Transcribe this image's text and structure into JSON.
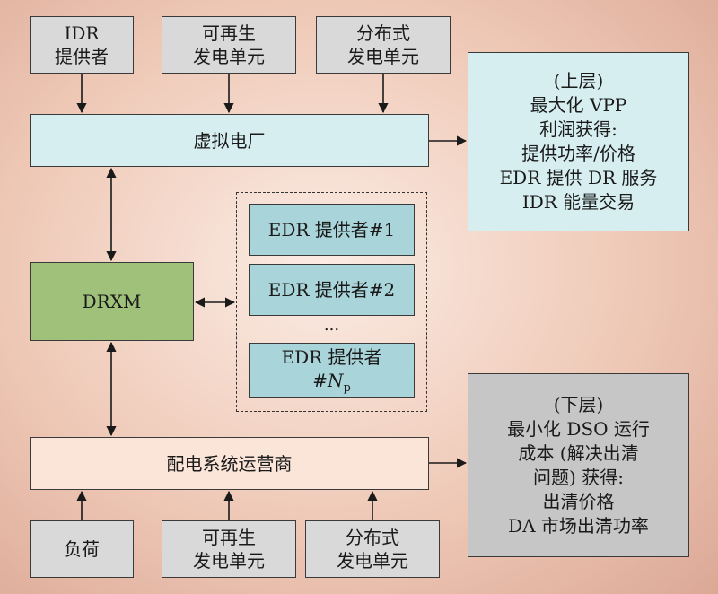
{
  "top_inputs": [
    {
      "lines": [
        "IDR",
        "提供者"
      ]
    },
    {
      "lines": [
        "可再生",
        "发电单元"
      ]
    },
    {
      "lines": [
        "分布式",
        "发电单元"
      ]
    }
  ],
  "vpp": {
    "label": "虚拟电厂"
  },
  "upper_result": {
    "lines": [
      "(上层)",
      "最大化 VPP",
      "利润获得:",
      "提供功率/价格",
      "EDR 提供 DR 服务",
      "IDR 能量交易"
    ]
  },
  "drxm": {
    "label": "DRXM"
  },
  "edr_providers": [
    {
      "label": "EDR 提供者#1"
    },
    {
      "label": "EDR 提供者#2"
    }
  ],
  "edr_ellipsis": "...",
  "edr_last": {
    "line1": "EDR 提供者",
    "prefix": "#",
    "var": "N",
    "sub": "p"
  },
  "dso": {
    "label": "配电系统运营商"
  },
  "lower_result": {
    "lines": [
      "(下层)",
      "最小化 DSO 运行",
      "成本 (解决出清",
      "问题) 获得:",
      "出清价格",
      "DA 市场出清功率"
    ]
  },
  "bottom_inputs": [
    {
      "lines": [
        "负荷"
      ]
    },
    {
      "lines": [
        "可再生",
        "发电单元"
      ]
    },
    {
      "lines": [
        "分布式",
        "发电单元"
      ]
    }
  ],
  "colors": {
    "gray": "#d9d9d9",
    "lightblue": "#d6eef0",
    "teal": "#a9d4d9",
    "green": "#9fc17a",
    "peach": "#fbe5d8",
    "darkgray": "#c6c6c6",
    "line": "#1a1a1a"
  }
}
